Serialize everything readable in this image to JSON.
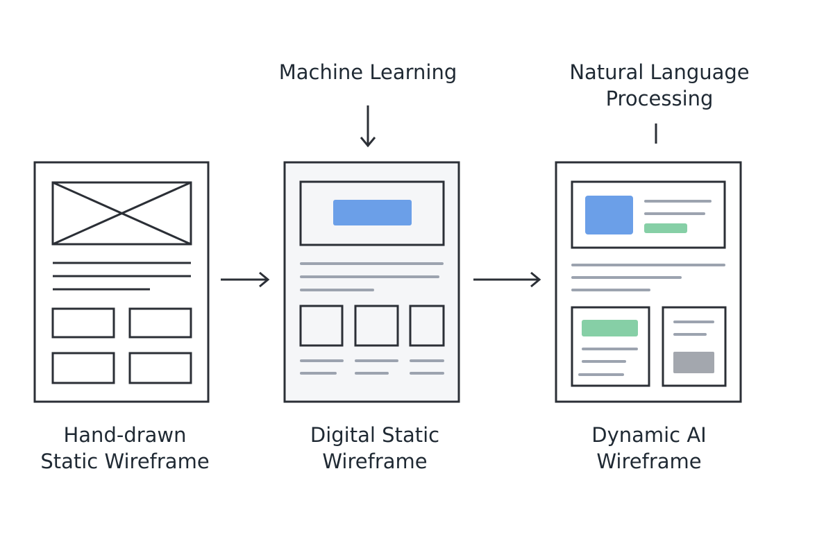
{
  "colors": {
    "stroke": "#2b2f36",
    "line_gray": "#9ca3af",
    "blue": "#6b9fe8",
    "green": "#86cfa6",
    "gray_block": "#a3a7ae",
    "digital_bg": "#f5f6f8"
  },
  "inputs": {
    "machine_learning": "Machine Learning",
    "nlp_line1": "Natural Language",
    "nlp_line2": "Processing"
  },
  "stages": [
    {
      "line1": "Hand-drawn",
      "line2": "Static Wireframe"
    },
    {
      "line1": "Digital Static",
      "line2": "Wireframe"
    },
    {
      "line1": "Dynamic AI",
      "line2": "Wireframe"
    }
  ]
}
